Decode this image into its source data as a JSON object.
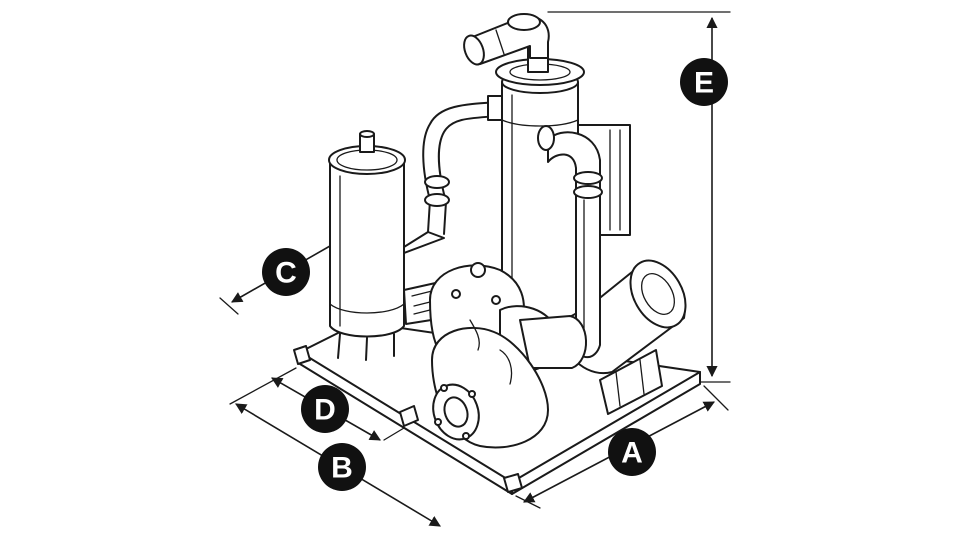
{
  "labels": {
    "a": "A",
    "b": "B",
    "c": "C",
    "d": "D",
    "e": "E"
  },
  "colors": {
    "line": "#1a1a1a",
    "badge": "#111111",
    "badge_text": "#ffffff",
    "background": "#ffffff"
  }
}
